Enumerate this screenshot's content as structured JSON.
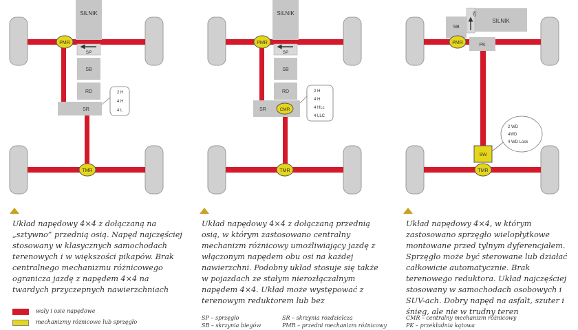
{
  "colors": {
    "shaft": "#d4192b",
    "diff": "#e6d619",
    "box": "#c6c6c6",
    "wheel": "#d0d0d0",
    "accent": "#c9a224",
    "text": "#333333"
  },
  "diagrams": [
    {
      "engine": "SILNIK",
      "front_diff": "PMR",
      "rear_diff": "TMR",
      "blocks": [
        "SP",
        "SB",
        "RD",
        "SR"
      ],
      "modes": [
        "2 H",
        "4 H",
        "4 L"
      ]
    },
    {
      "engine": "SILNIK",
      "front_diff": "PMR",
      "rear_diff": "TMR",
      "center_diff": "CMR",
      "blocks": [
        "SP",
        "SB",
        "RD",
        "SR"
      ],
      "modes": [
        "2 H",
        "4 H",
        "4 HLc",
        "4 LLC"
      ]
    },
    {
      "engine": "SILNIK",
      "front_diff": "PMR",
      "rear_diff": "TMR",
      "clutch": "SW",
      "blocks": [
        "SP",
        "SB",
        "PK"
      ],
      "modes": [
        "2 WD",
        "4WD",
        "4 WD Lock"
      ]
    }
  ],
  "captions": [
    "Układ napędowy 4×4 z dołączaną na „sztywno” przednią osią. Napęd najczęściej stosowany w klasycznych samochodach terenowych i w większości pikapów. Brak centralnego mechanizmu różnicowego ogranicza jazdę z napędem 4×4 na twardych przyczepnych nawierzchniach",
    "Układ napędowy 4×4 z dołączaną przednią osią, w którym zastosowano centralny mechanizm różnicowy umożliwiający jazdę z włączonym napędem obu osi na każdej nawierzchni. Podobny układ stosuje się także w pojazdach ze stałym nierozłączalnym napędem 4×4. Układ może występować z terenowym reduktorem lub bez",
    "Układ napędowy 4×4, w którym zastosowano sprzęgło wielopłytkowe montowane przed tylnym dyferencjałem. Sprzęgło może być sterowane lub działać całkowicie automatycznie. Brak terenowego reduktora. Układ najczęściej stosowany w samochodach osobowych i SUV-ach. Dobry napęd na asfalt, szuter i śnieg, ale nie w trudny teren"
  ],
  "legend": {
    "shafts": "wały i osie napędowe",
    "diffs": "mechanizmy różnicowe lub sprzęgło"
  },
  "abbreviations": {
    "col1": [
      "SP – sprzęgło",
      "SB – skrzynia biegów"
    ],
    "col2": [
      "SR – skrzynia rozdzielcza",
      "PMR – przedni mechanizm różnicowy"
    ],
    "col3": [
      "CMR – centralny mechanizm różnicowy",
      "PK – przekładnia kątowa"
    ]
  }
}
